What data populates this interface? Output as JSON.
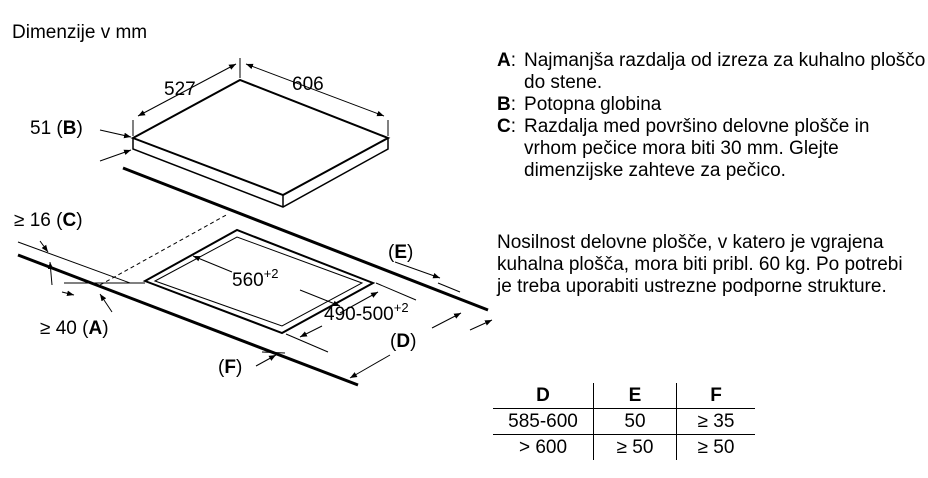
{
  "title": "Dimenzije v mm",
  "drawing": {
    "hob_depth": "527",
    "hob_width": "606",
    "depth_label_value": "51",
    "depth_label_key": "B",
    "cutout_width": "560",
    "cutout_width_tol": "+2",
    "cutout_depth": "490-500",
    "cutout_depth_tol": "+2",
    "min_c_value": "≥ 16",
    "min_c_key": "C",
    "min_a_value": "≥ 40",
    "min_a_key": "A",
    "label_e": "E",
    "label_d": "D",
    "label_f": "F"
  },
  "legend": [
    {
      "key": "A",
      "text": "Najmanjša razdalja od izreza za kuhalno ploščo do stene."
    },
    {
      "key": "B",
      "text": "Potopna globina"
    },
    {
      "key": "C",
      "text": "Razdalja med površino delovne plošče in vrhom pečice mora biti 30 mm. Glejte dimenzijske zahteve za pečico."
    }
  ],
  "note": "Nosilnost delovne plošče, v katero je vgrajena kuhalna plošča, mora biti pribl. 60 kg. Po potrebi je treba uporabiti ustrezne podporne strukture.",
  "table": {
    "headers": [
      "D",
      "E",
      "F"
    ],
    "rows": [
      [
        "585-600",
        "50",
        "≥ 35"
      ],
      [
        "> 600",
        "≥ 50",
        "≥ 50"
      ]
    ]
  }
}
